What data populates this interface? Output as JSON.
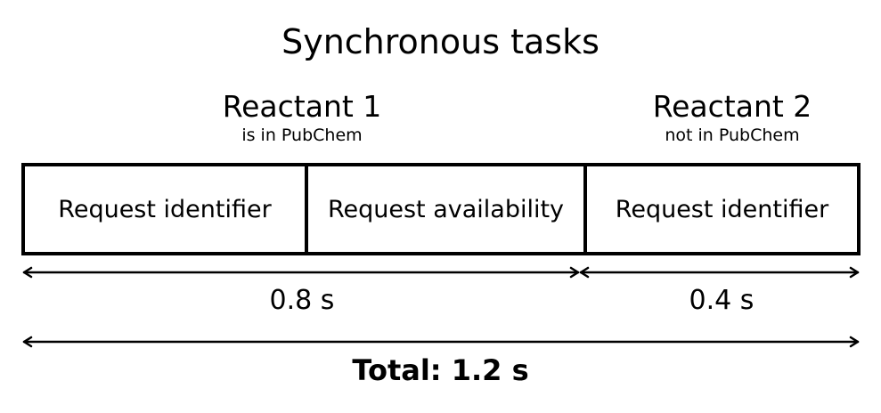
{
  "title": "Synchronous tasks",
  "groups": [
    {
      "name": "Reactant 1",
      "note": "is in PubChem"
    },
    {
      "name": "Reactant 2",
      "note": "not in PubChem"
    }
  ],
  "tasks": [
    {
      "label": "Request identifier"
    },
    {
      "label": "Request availability"
    },
    {
      "label": "Request identifier"
    }
  ],
  "durations": [
    {
      "label": "0.8 s"
    },
    {
      "label": "0.4 s"
    }
  ],
  "total": "Total: 1.2 s"
}
